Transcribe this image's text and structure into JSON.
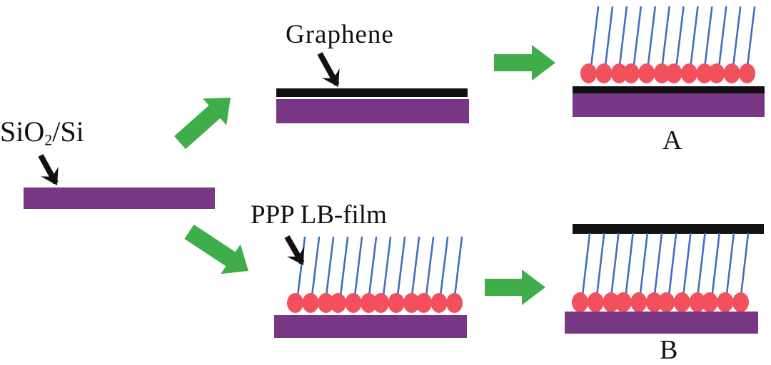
{
  "colors": {
    "substrate": "#773784",
    "graphene": "#111111",
    "process_arrow": "#3fae4a",
    "pointer_arrow": "#111111",
    "head_group": "#f2505c",
    "tail_chain": "#3f6fc0"
  },
  "labels": {
    "substrate": {
      "main": "SiO",
      "subscript": "2",
      "suffix": "/Si"
    },
    "graphene": "Graphene",
    "lb_film": "PPP LB-film",
    "result_a": "A",
    "result_b": "B"
  },
  "structures": {
    "start": {
      "name": "SiO2/Si substrate",
      "layers": [
        "substrate"
      ]
    },
    "graphene_on_substrate": {
      "name": "Graphene on SiO2/Si",
      "layers": [
        "substrate",
        "graphene"
      ]
    },
    "lb_on_substrate": {
      "name": "PPP LB-film on SiO2/Si",
      "layers": [
        "substrate",
        "lb_film"
      ],
      "molecule_count": 12
    },
    "A": {
      "name": "PPP LB-film on graphene",
      "layers": [
        "substrate",
        "graphene",
        "lb_film"
      ],
      "molecule_count": 12
    },
    "B": {
      "name": "Graphene on PPP LB-film",
      "layers": [
        "substrate",
        "lb_film",
        "graphene"
      ],
      "molecule_count": 12
    }
  },
  "process_flow": [
    {
      "from": "start",
      "to": "graphene_on_substrate"
    },
    {
      "from": "graphene_on_substrate",
      "to": "A"
    },
    {
      "from": "start",
      "to": "lb_on_substrate"
    },
    {
      "from": "lb_on_substrate",
      "to": "B"
    }
  ]
}
